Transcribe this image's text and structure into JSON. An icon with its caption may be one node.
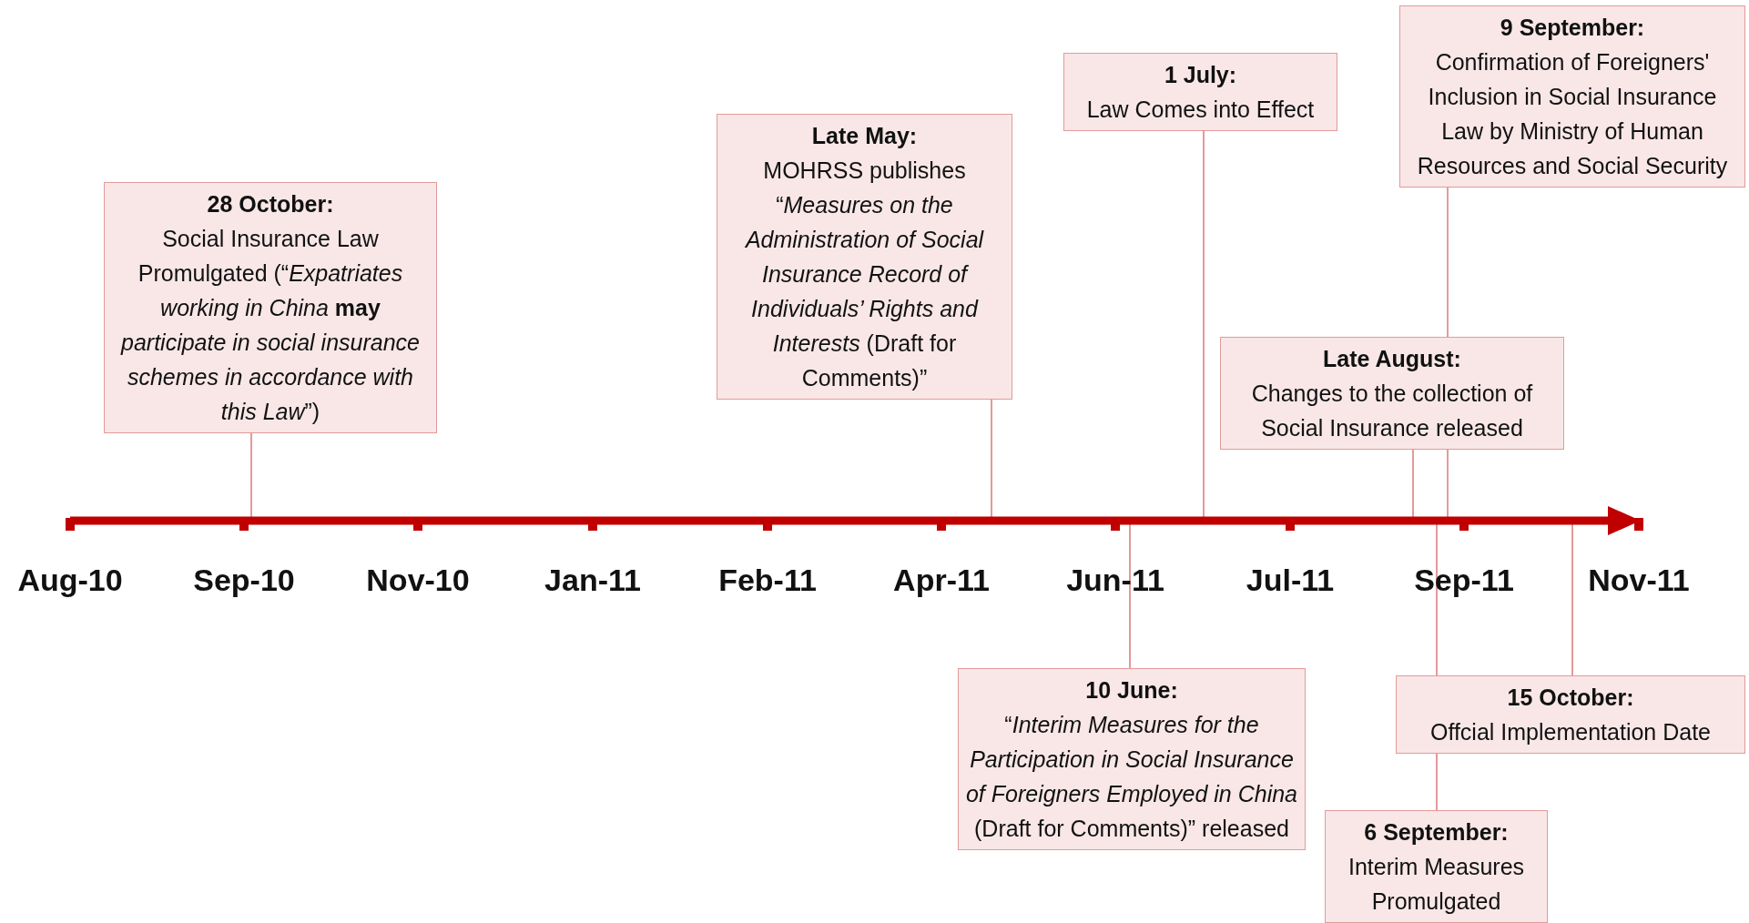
{
  "diagram": {
    "nodes": [
      {
        "text": [
          "28 October:",
          "Social Insurance Law Promulgated (“*Expatriates working in China* **may** *participate in social insurance schemes in accordance with this Law*”)"
        ]
      },
      {
        "text": [
          "Late May:",
          "MOHRSS publishes “*Measures on the Administration of Social Insurance Record of Individuals’ Rights and Interests* (Draft for Comments)”"
        ]
      },
      {
        "text": [
          "1 July:",
          "Law Comes into Effect"
        ]
      },
      {
        "text": [
          "9 September:",
          "Confirmation of Foreigners' Inclusion in Social Insurance Law by Ministry of Human Resources and Social Security"
        ]
      },
      {
        "text": [
          "Late August:",
          "Changes to the collection of Social Insurance released"
        ]
      },
      {
        "text": [
          "10 June:",
          "“*Interim Measures for the Participation in Social Insurance of Foreigners Employed in China* (Draft for Comments)” released"
        ]
      },
      {
        "text": [
          "15 October:",
          "Offcial Implementation Date"
        ]
      },
      {
        "text": [
          "6 September:",
          "Interim Measures Promulgated"
        ]
      }
    ],
    "edges": [
      {
        "from": 0,
        "to": null,
        "arrow": "none"
      },
      {
        "from": 1,
        "to": null,
        "arrow": "none"
      },
      {
        "from": 2,
        "to": null,
        "arrow": "none"
      },
      {
        "from": 3,
        "to": null,
        "arrow": "none"
      },
      {
        "from": 4,
        "to": null,
        "arrow": "none"
      },
      {
        "from": 5,
        "to": null,
        "arrow": "none"
      },
      {
        "from": 6,
        "to": null,
        "arrow": "none"
      },
      {
        "from": 7,
        "to": null,
        "arrow": "none"
      }
    ],
    "labels": [
      "Aug-10",
      "Sep-10",
      "Nov-10",
      "Jan-11",
      "Feb-11",
      "Apr-11",
      "Jun-11",
      "Jul-11",
      "Sep-11",
      "Nov-11"
    ]
  }
}
